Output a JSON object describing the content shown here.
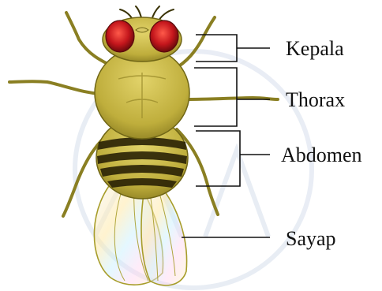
{
  "figure": {
    "subject": "fruit-fly-dorsal-view",
    "labels": {
      "head": "Kepala",
      "thorax": "Thorax",
      "abdomen": "Abdomen",
      "wing": "Sayap"
    }
  },
  "colors": {
    "body": "#c2b33f",
    "body_dark": "#6f6515",
    "eye": "#c4161c",
    "abdomen_band": "#2a2205",
    "leg": "#8a7f22",
    "wing_outline": "#a79d2a",
    "watermark": "#dfe7f1",
    "label_line": "#111111"
  }
}
